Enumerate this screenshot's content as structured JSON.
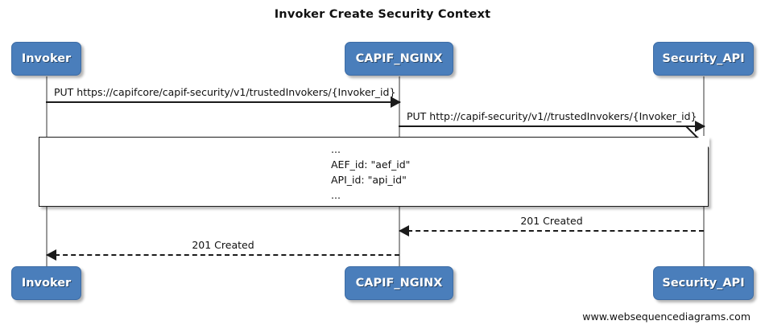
{
  "title": "Invoker Create Security Context",
  "footer": "www.websequencediagrams.com",
  "colors": {
    "participant_fill": "#4a7ebb",
    "participant_text": "#ffffff",
    "line": "#1b1b1b",
    "lifeline": "#9a9a9a",
    "background": "#ffffff"
  },
  "participants": [
    {
      "name": "Invoker",
      "top_label": "Invoker",
      "bottom_label": "Invoker"
    },
    {
      "name": "CAPIF_NGINX",
      "top_label": "CAPIF_NGINX",
      "bottom_label": "CAPIF_NGINX"
    },
    {
      "name": "Security_API",
      "top_label": "Security_API",
      "bottom_label": "Security_API"
    }
  ],
  "messages": [
    {
      "label": "PUT https://capifcore/capif-security/v1/trustedInvokers/{Invoker_id}",
      "from": "Invoker",
      "to": "CAPIF_NGINX",
      "direction": "right",
      "style": "solid"
    },
    {
      "label": "PUT http://capif-security/v1//trustedInvokers/{Invoker_id}",
      "from": "CAPIF_NGINX",
      "to": "Security_API",
      "direction": "right",
      "style": "solid"
    },
    {
      "label": "201 Created",
      "from": "Security_API",
      "to": "CAPIF_NGINX",
      "direction": "left",
      "style": "dashed"
    },
    {
      "label": "201 Created",
      "from": "CAPIF_NGINX",
      "to": "Invoker",
      "direction": "left",
      "style": "dashed"
    }
  ],
  "note": {
    "lines": [
      "...",
      "AEF_id: \"aef_id\"",
      "API_id: \"api_id\"",
      "..."
    ]
  }
}
